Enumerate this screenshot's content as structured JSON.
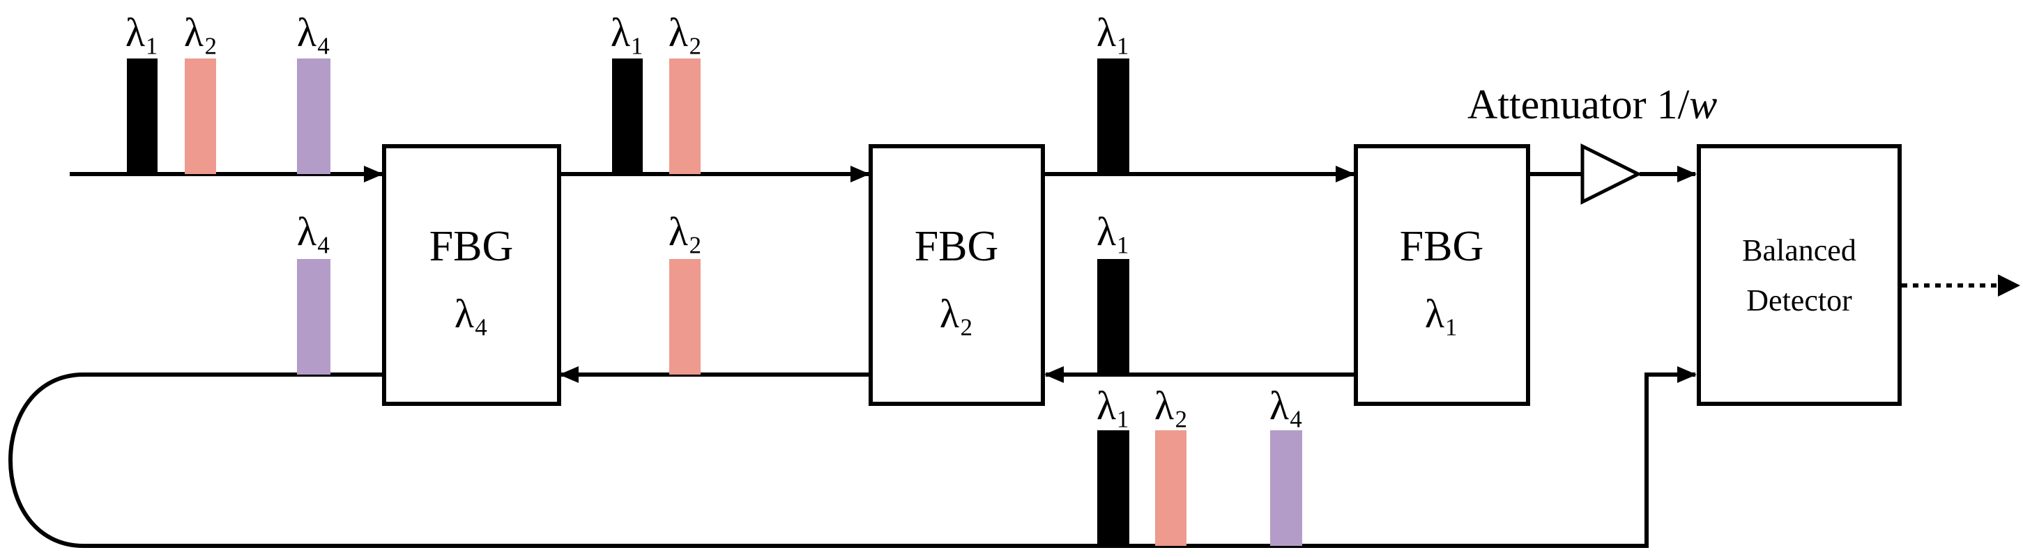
{
  "colors": {
    "lambda1": "#000000",
    "lambda2": "#EE9A8E",
    "lambda4": "#B49CC8",
    "line": "#000000"
  },
  "labels": {
    "lambda1": "λ₁",
    "lambda2": "λ₂",
    "lambda4": "λ₄"
  },
  "fbg": [
    {
      "name": "FBG",
      "wavelength": "λ₄"
    },
    {
      "name": "FBG",
      "wavelength": "λ₂"
    },
    {
      "name": "FBG",
      "wavelength": "λ₁"
    }
  ],
  "attenuator": {
    "label_prefix": "Attenuator 1/",
    "label_var": "w"
  },
  "detector": {
    "line1": "Balanced",
    "line2": "Detector"
  }
}
